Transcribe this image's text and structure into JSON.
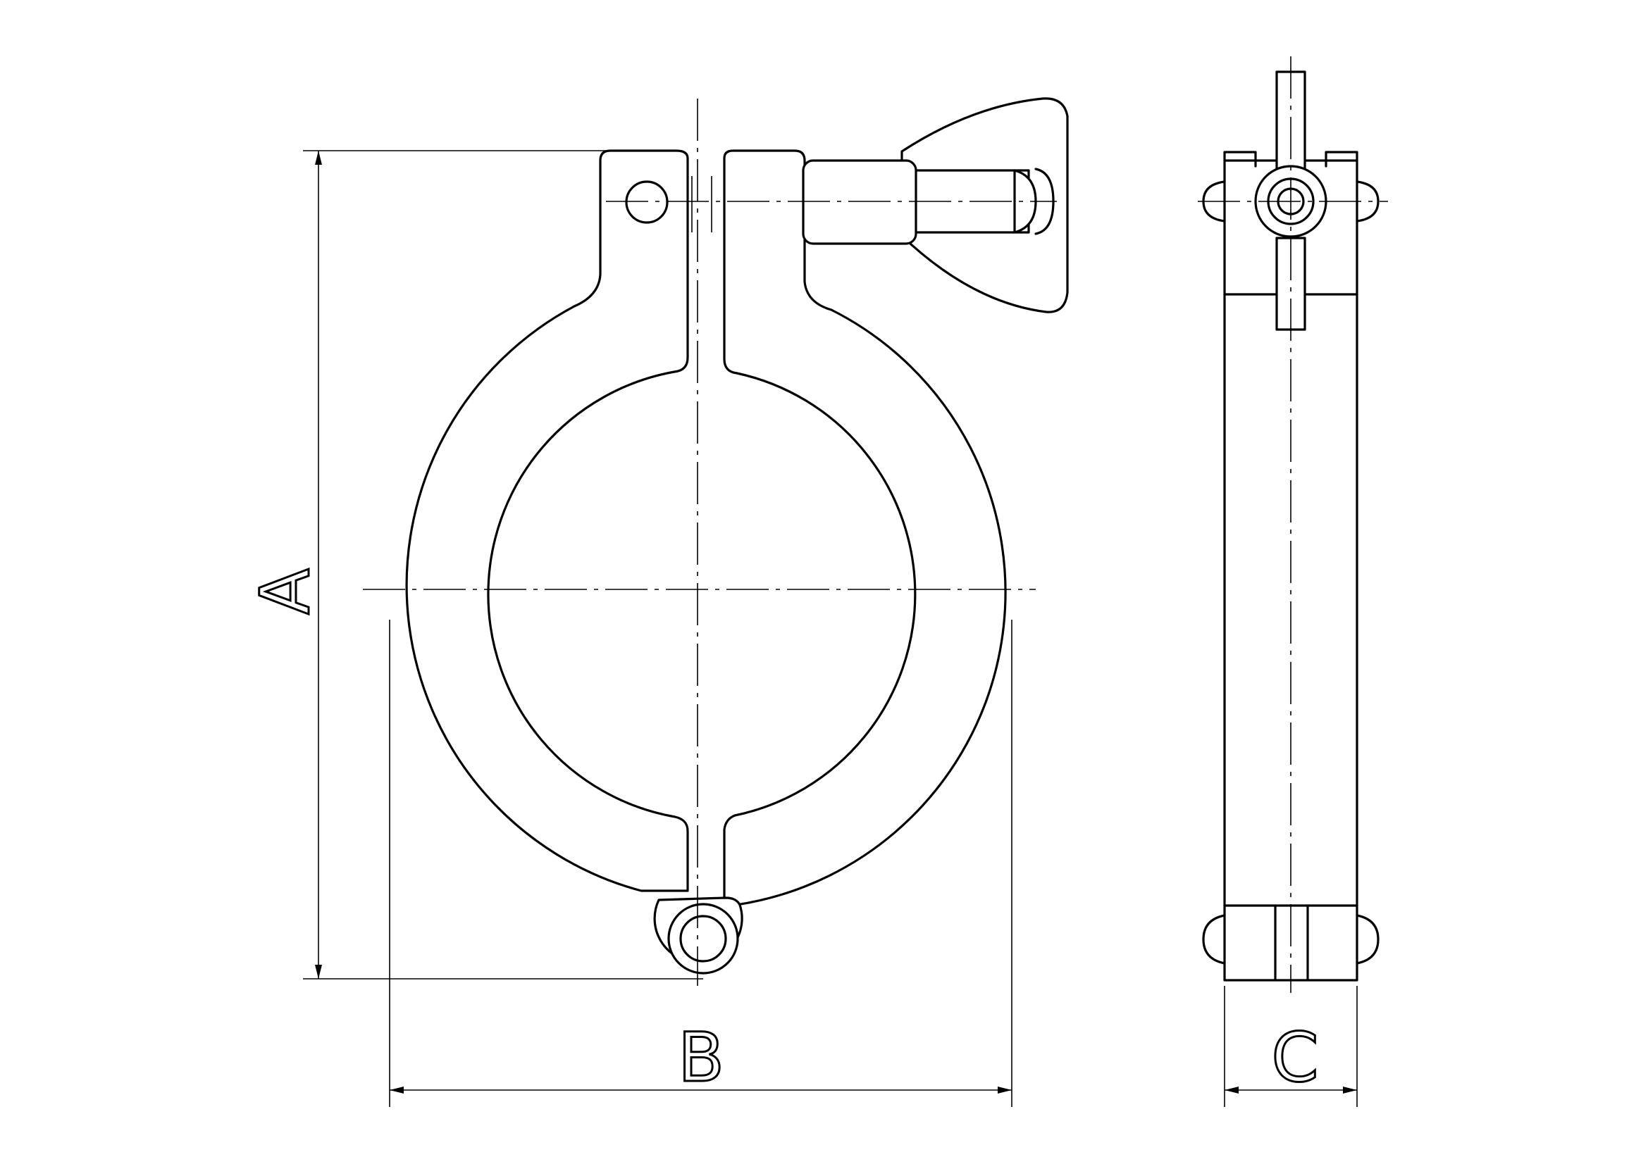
{
  "drawing": {
    "dimensions": {
      "a": "A",
      "b": "B",
      "c": "C"
    }
  }
}
